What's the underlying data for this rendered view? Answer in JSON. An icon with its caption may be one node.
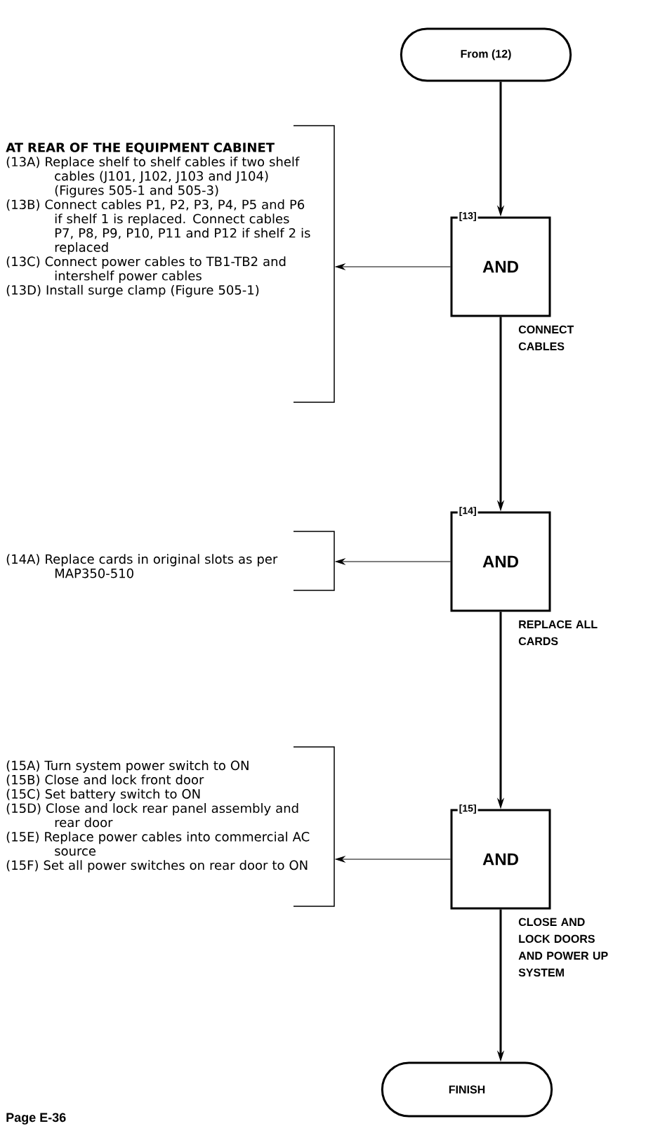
{
  "diagram": {
    "nodes": [
      {
        "text": [
          "From (12)"
        ]
      },
      {
        "text": [
          "AND"
        ],
        "beside": [
          "[13]",
          "CONNECT CABLES"
        ]
      },
      {
        "text": [
          "AT REAR OF THE EQUIPMENT CABINET",
          "(13A) Replace shelf to shelf cables if two shelf cables (J101, J102, J103 and J104) (Figures 505-1 and 505-3)",
          "(13B) Connect cables P1, P2, P3, P4, P5 and P6 if shelf 1 is replaced. Connect cables P7, P8, P9, P10, P11 and P12 if shelf 2 is replaced",
          "(13C) Connect power cables to TB1-TB2 and intershelf power cables",
          "(13D) Install surge clamp (Figure 505-1)"
        ]
      },
      {
        "text": [
          "AND"
        ],
        "beside": [
          "[14]",
          "REPLACE ALL CARDS"
        ]
      },
      {
        "text": [
          "(14A) Replace cards in original slots as per MAP350-510"
        ]
      },
      {
        "text": [
          "AND"
        ],
        "beside": [
          "[15]",
          "CLOSE AND LOCK DOORS AND POWER UP SYSTEM"
        ]
      },
      {
        "text": [
          "(15A) Turn system power switch to ON",
          "(15B) Close and lock front door",
          "(15C) Set battery switch to ON",
          "(15D) Close and lock rear panel assembly and rear door",
          "(15E) Replace power cables into commercial AC source",
          "(15F) Set all power switches on rear door to ON"
        ]
      },
      {
        "text": [
          "FINISH"
        ]
      }
    ],
    "edges": [
      {
        "from": 0,
        "to": 1,
        "arrow": "to"
      },
      {
        "from": 1,
        "to": 2,
        "arrow": "to"
      },
      {
        "from": 1,
        "to": 3,
        "arrow": "to"
      },
      {
        "from": 3,
        "to": 4,
        "arrow": "to"
      },
      {
        "from": 3,
        "to": 5,
        "arrow": "to"
      },
      {
        "from": 5,
        "to": 6,
        "arrow": "to"
      },
      {
        "from": 5,
        "to": 7,
        "arrow": "to"
      }
    ],
    "labels": [
      "Page E-36"
    ]
  }
}
